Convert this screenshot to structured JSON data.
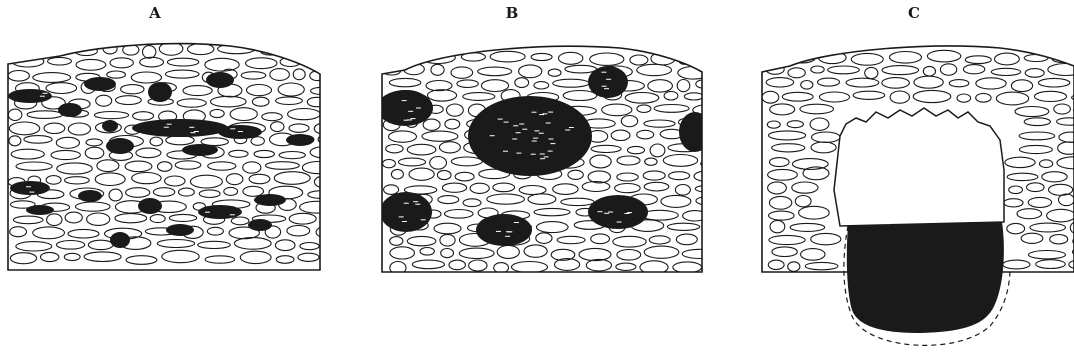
{
  "panels": [
    {
      "label": "A"
    },
    {
      "label": "B"
    },
    {
      "label": "C"
    }
  ],
  "colors": {
    "ink": "#1a1a1a",
    "paper": "#ffffff"
  }
}
